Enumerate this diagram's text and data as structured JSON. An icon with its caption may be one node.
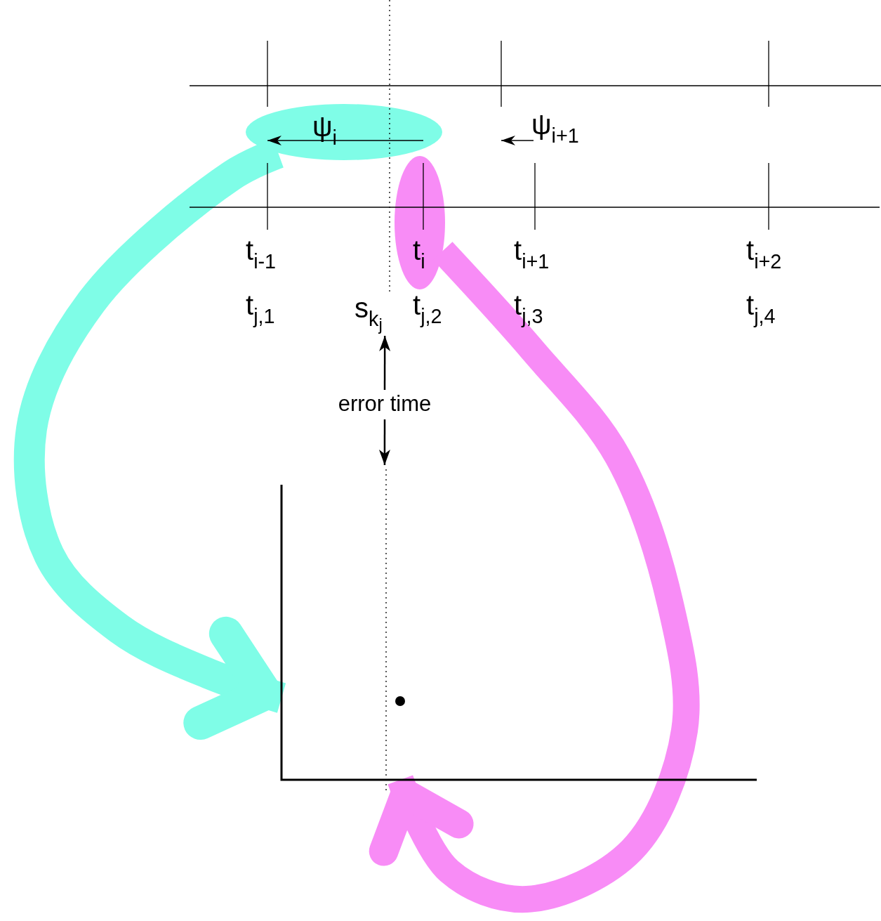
{
  "diagram": {
    "nodes": [
      {
        "text": [
          "ψ$_{i}$"
        ]
      },
      {
        "text": [],
        "shape": "ellipse"
      },
      {
        "text": [],
        "shape": "chart"
      },
      {
        "text": [
          "s$_{k}$$_{j}$"
        ]
      },
      {
        "text": [
          "error time"
        ]
      }
    ],
    "edges": [
      {
        "from": 0,
        "to": 2,
        "arrow": "to",
        "style": "thick",
        "color": "#7ffde7"
      },
      {
        "from": 1,
        "to": 2,
        "arrow": "to",
        "style": "thick",
        "color": "#f88cf6"
      },
      {
        "from": 4,
        "to": 3,
        "arrow": "to"
      },
      {
        "from": 4,
        "to": 2,
        "arrow": "to"
      }
    ],
    "labels": [
      "ψ$_{i+1}$",
      "t$_{i-1}$",
      "t$_{i}$",
      "t$_{i+1}$",
      "t$_{i+2}$",
      "t$_{j,1}$",
      "t$_{j,2}$",
      "t$_{j,3}$",
      "t$_{j,4}$"
    ]
  }
}
